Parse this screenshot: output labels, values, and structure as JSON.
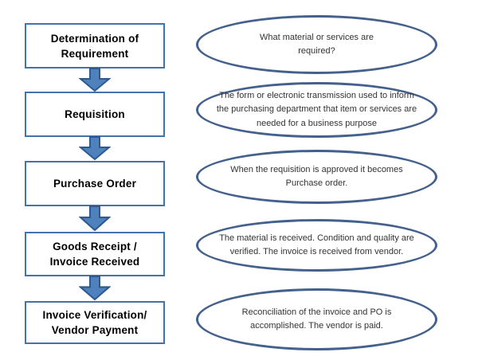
{
  "diagram": {
    "type": "flowchart",
    "subject": "procurement-process",
    "steps": [
      {
        "label": "Determination of\nRequirement",
        "description": "What material or services are\nrequired?"
      },
      {
        "label": "Requisition",
        "description": "The form or electronic transmission used to inform\nthe purchasing department that item or services are\nneeded for a business purpose"
      },
      {
        "label": "Purchase Order",
        "description": "When the requisition is approved it becomes\nPurchase order."
      },
      {
        "label": "Goods Receipt /\nInvoice Received",
        "description": "The material is received. Condition and quality are\nverified. The invoice is received from vendor."
      },
      {
        "label": "Invoice Verification/\nVendor Payment",
        "description": "Reconciliation of the invoice and PO is\naccomplished. The vendor is paid."
      }
    ],
    "colors": {
      "background": "#ffffff",
      "box_border": "#4373a9",
      "box_fill": "#ffffff",
      "box_text": "#000000",
      "arrow_fill": "#4f81bd",
      "arrow_border": "#2e5a8f",
      "ellipse_border": "#44608c",
      "ellipse_text": "#333333"
    }
  }
}
